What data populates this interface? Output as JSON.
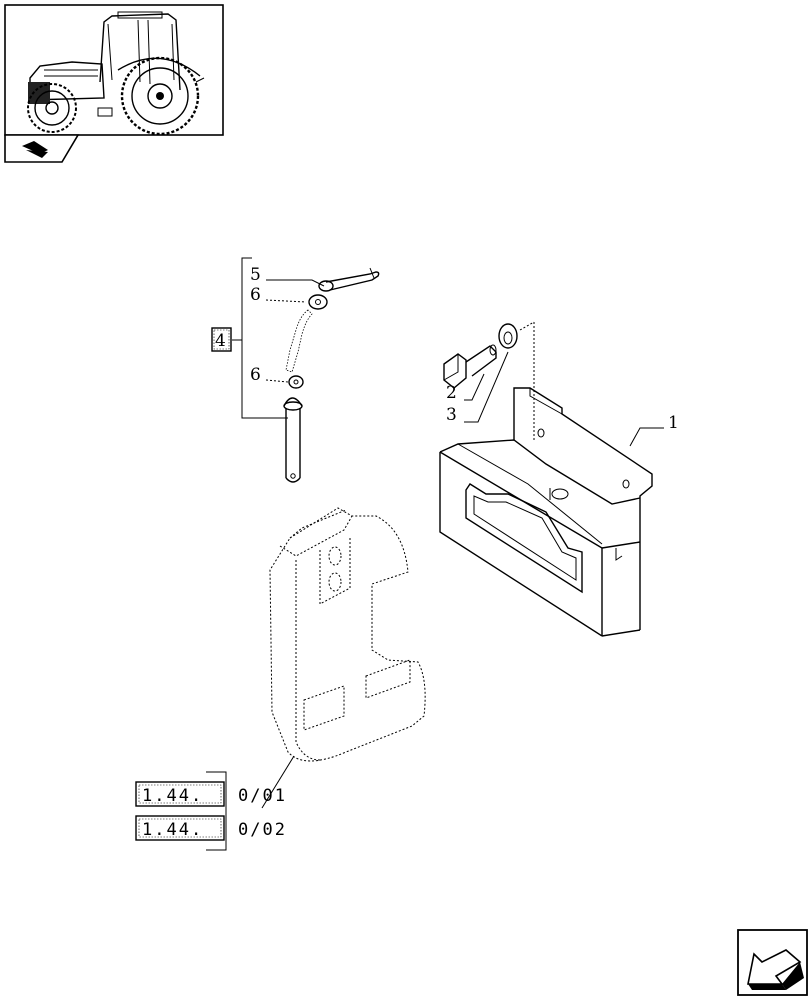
{
  "callouts": {
    "part1": "1",
    "part2": "2",
    "part3": "3",
    "kit4": "4",
    "part5": "5",
    "part6a": "6",
    "part6b": "6"
  },
  "references": [
    {
      "box": "1.44.",
      "suffix": "0/01"
    },
    {
      "box": "1.44.",
      "suffix": "0/02"
    }
  ],
  "icons": {
    "thumbnail": "tractor-thumbnail-icon",
    "section": "section-marker-icon",
    "nav": "next-page-arrow-icon"
  }
}
